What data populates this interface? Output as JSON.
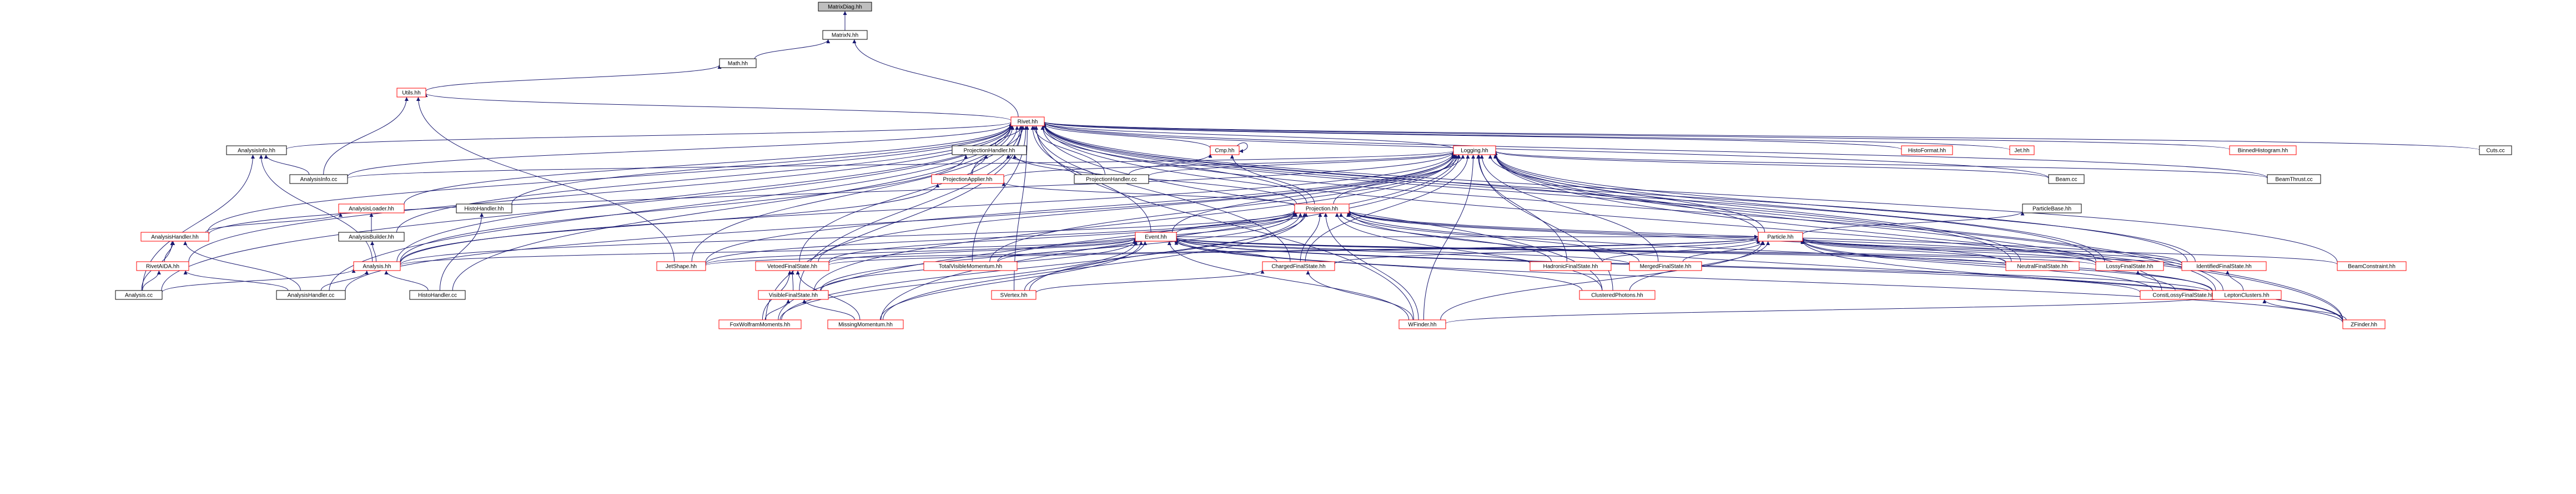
{
  "colors": {
    "edge": "#191970",
    "border_default": "#000000",
    "border_highlight": "#ff0000",
    "root_fill": "#bfbfbf",
    "node_fill": "#ffffff",
    "text": "#000000"
  },
  "nodes": [
    {
      "id": "matrixdiag",
      "label": "MatrixDiag.hh",
      "highlight": false,
      "root": true
    },
    {
      "id": "matrixn",
      "label": "MatrixN.hh",
      "highlight": false
    },
    {
      "id": "math",
      "label": "Math.hh",
      "highlight": false
    },
    {
      "id": "utils",
      "label": "Utils.hh",
      "highlight": true
    },
    {
      "id": "rivet",
      "label": "Rivet.hh",
      "highlight": true
    },
    {
      "id": "analysisinfo",
      "label": "AnalysisInfo.hh",
      "highlight": false
    },
    {
      "id": "analysisinfocc",
      "label": "AnalysisInfo.cc",
      "highlight": false
    },
    {
      "id": "projhandler",
      "label": "ProjectionHandler.hh",
      "highlight": false
    },
    {
      "id": "projapplier",
      "label": "ProjectionApplier.hh",
      "highlight": true
    },
    {
      "id": "projhandlercc",
      "label": "ProjectionHandler.cc",
      "highlight": false
    },
    {
      "id": "cmp",
      "label": "Cmp.hh",
      "highlight": true
    },
    {
      "id": "logging",
      "label": "Logging.hh",
      "highlight": true
    },
    {
      "id": "histoformat",
      "label": "HistoFormat.hh",
      "highlight": true
    },
    {
      "id": "jet",
      "label": "Jet.hh",
      "highlight": true
    },
    {
      "id": "binnedhisto",
      "label": "BinnedHistogram.hh",
      "highlight": true
    },
    {
      "id": "ptmin",
      "label": "Cuts.cc",
      "highlight": false
    },
    {
      "id": "beamcc",
      "label": "Beam.cc",
      "highlight": false
    },
    {
      "id": "beamthrust",
      "label": "BeamThrust.cc",
      "highlight": false
    },
    {
      "id": "histohandler",
      "label": "HistoHandler.hh",
      "highlight": false
    },
    {
      "id": "analysisloader",
      "label": "AnalysisLoader.hh",
      "highlight": true
    },
    {
      "id": "analysisbuilder",
      "label": "AnalysisBuilder.hh",
      "highlight": false
    },
    {
      "id": "analysishandler",
      "label": "AnalysisHandler.hh",
      "highlight": true
    },
    {
      "id": "rivetaida",
      "label": "RivetAIDA.hh",
      "highlight": true
    },
    {
      "id": "analysis",
      "label": "Analysis.hh",
      "highlight": true
    },
    {
      "id": "analysiscc",
      "label": "Analysis.cc",
      "highlight": false
    },
    {
      "id": "analysishandlercc",
      "label": "AnalysisHandler.cc",
      "highlight": false
    },
    {
      "id": "histohandlercc",
      "label": "HistoHandler.cc",
      "highlight": false
    },
    {
      "id": "projection",
      "label": "Projection.hh",
      "highlight": true
    },
    {
      "id": "particlebase",
      "label": "ParticleBase.hh",
      "highlight": false
    },
    {
      "id": "particle",
      "label": "Particle.hh",
      "highlight": true
    },
    {
      "id": "event",
      "label": "Event.hh",
      "highlight": true
    },
    {
      "id": "jetshape",
      "label": "JetShape.hh",
      "highlight": true
    },
    {
      "id": "vetoedfs",
      "label": "VetoedFinalState.hh",
      "highlight": true
    },
    {
      "id": "totalvisiblemom",
      "label": "TotalVisibleMomentum.hh",
      "highlight": true
    },
    {
      "id": "chargedfs",
      "label": "ChargedFinalState.hh",
      "highlight": true
    },
    {
      "id": "hadronicfs",
      "label": "HadronicFinalState.hh",
      "highlight": true
    },
    {
      "id": "mergedfs",
      "label": "MergedFinalState.hh",
      "highlight": true
    },
    {
      "id": "neutralfs",
      "label": "NeutralFinalState.hh",
      "highlight": true
    },
    {
      "id": "lossyfs",
      "label": "LossyFinalState.hh",
      "highlight": true
    },
    {
      "id": "identifiedfs",
      "label": "IdentifiedFinalState.hh",
      "highlight": true
    },
    {
      "id": "beamconstraint",
      "label": "BeamConstraint.hh",
      "highlight": true
    },
    {
      "id": "visiblefs",
      "label": "VisibleFinalState.hh",
      "highlight": true
    },
    {
      "id": "sventex",
      "label": "SVertex.hh",
      "highlight": true
    },
    {
      "id": "clusteredphotons",
      "label": "ClusteredPhotons.hh",
      "highlight": true
    },
    {
      "id": "constlossyfs",
      "label": "ConstLossyFinalState.hh",
      "highlight": true
    },
    {
      "id": "leptonclusters",
      "label": "LeptonClusters.hh",
      "highlight": true
    },
    {
      "id": "foxwolfram",
      "label": "FoxWolframMoments.hh",
      "highlight": true
    },
    {
      "id": "missingmom",
      "label": "MissingMomentum.hh",
      "highlight": true
    },
    {
      "id": "wfinder",
      "label": "WFinder.hh",
      "highlight": true
    },
    {
      "id": "zfinder",
      "label": "ZFinder.hh",
      "highlight": true
    }
  ]
}
